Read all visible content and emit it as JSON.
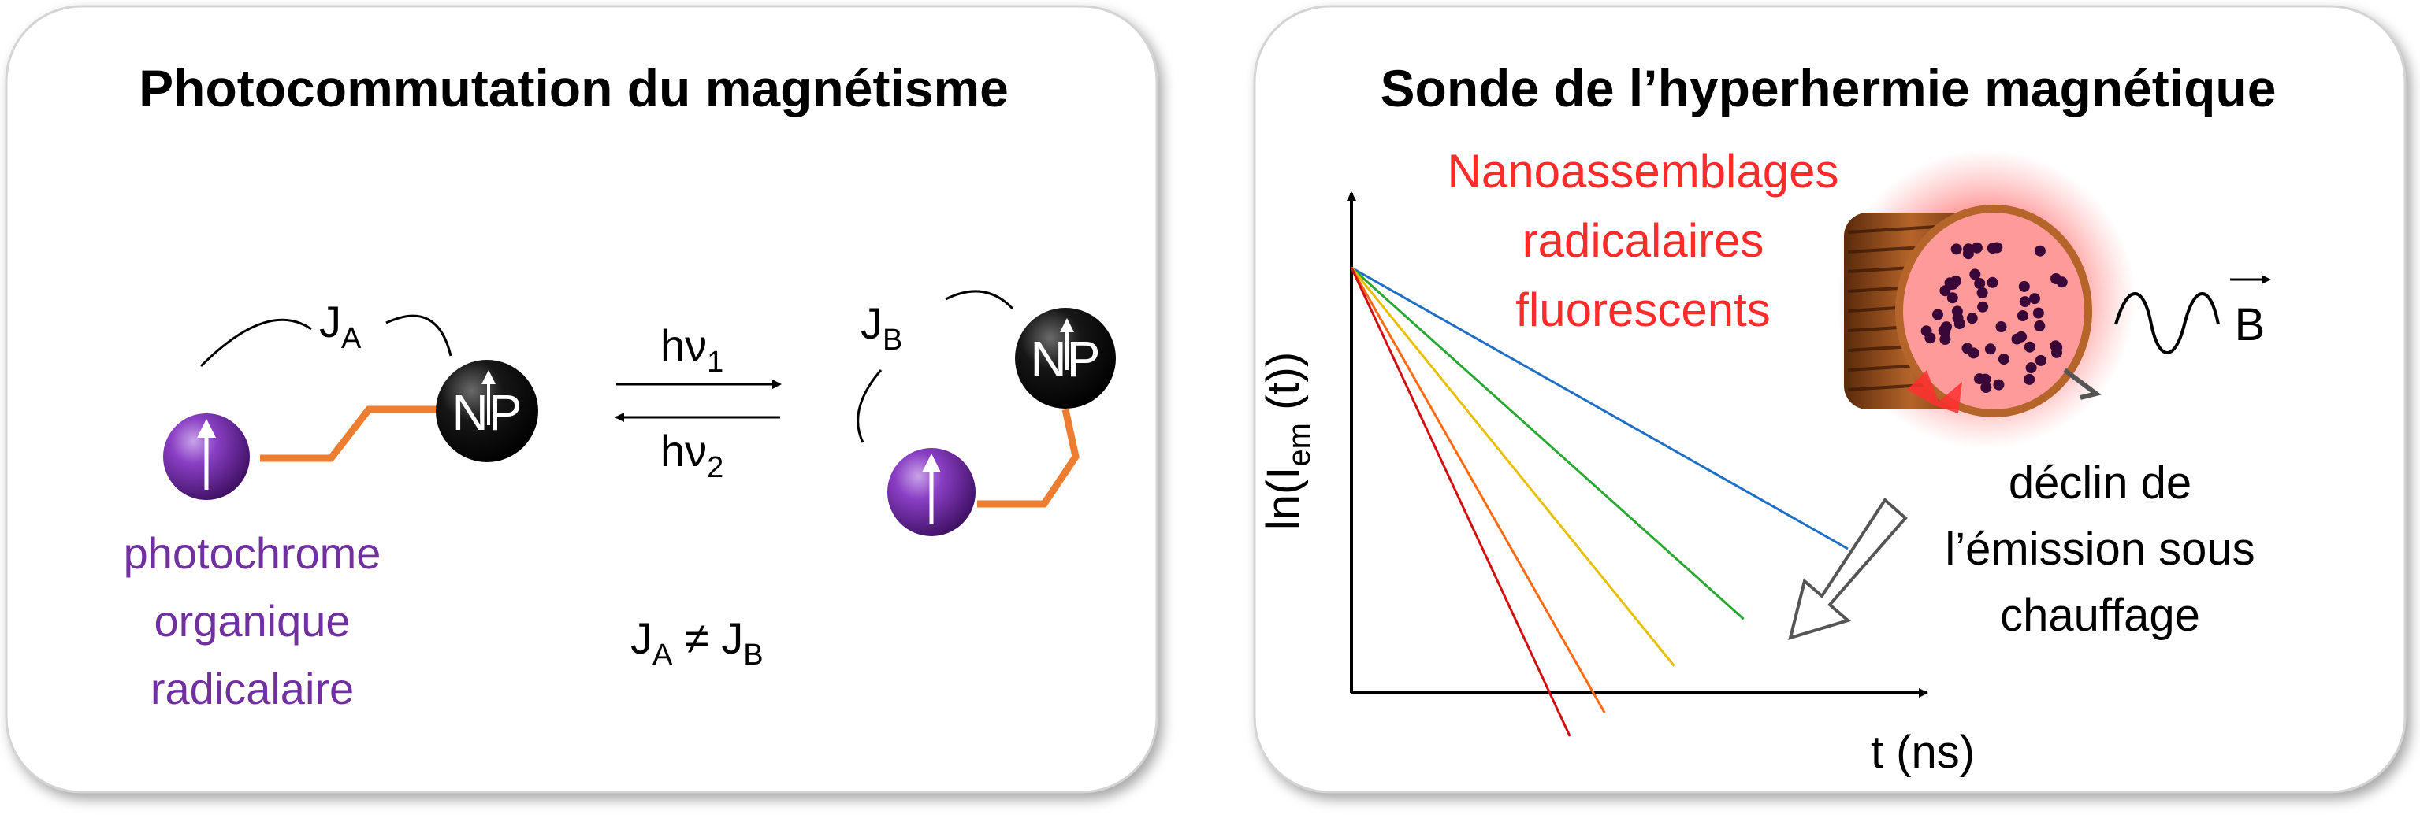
{
  "left_panel": {
    "title": "Photocommutation du magnétisme",
    "np_label": "NP",
    "coupling_a": {
      "main": "J",
      "sub": "A"
    },
    "coupling_b": {
      "main": "J",
      "sub": "B"
    },
    "forward_light": {
      "main": "hν",
      "sub": "1"
    },
    "reverse_light": {
      "main": "hν",
      "sub": "2"
    },
    "inequality": {
      "j1": "J",
      "sub1": "A",
      "op": " ≠ ",
      "j2": "J",
      "sub2": "B"
    },
    "molecule_label": [
      "photochrome",
      "organique",
      "radicalaire"
    ]
  },
  "right_panel": {
    "title": "Sonde de l’hyperhermie magnétique",
    "y_axis": {
      "prefix": "ln(I",
      "sub": "em",
      "suffix": " (t))"
    },
    "x_axis": "t (ns)",
    "red_label": [
      "Nanoassemblages",
      "radicalaires",
      "fluorescents"
    ],
    "field_label": "B",
    "decline_label": [
      "déclin de",
      "l’émission sous",
      "chauffage"
    ]
  },
  "colors": {
    "purple": "#7030a0",
    "orange": "#ed7d31",
    "red_text": "#ff2a2a",
    "series": [
      "#1f6fc4",
      "#2aa832",
      "#e8c000",
      "#ff6a10",
      "#d01010"
    ]
  },
  "chart_data": {
    "type": "line",
    "xlabel": "t (ns)",
    "ylabel": "ln(Iem (t))",
    "series": [
      {
        "x": [
          0,
          1
        ],
        "y": [
          0,
          -0.6
        ]
      },
      {
        "x": [
          0,
          1
        ],
        "y": [
          0,
          -0.75
        ]
      },
      {
        "x": [
          0,
          1
        ],
        "y": [
          0,
          -0.85
        ]
      },
      {
        "x": [
          0,
          1
        ],
        "y": [
          0,
          -0.95
        ]
      },
      {
        "x": [
          0,
          1
        ],
        "y": [
          0,
          -1.0
        ]
      }
    ]
  }
}
